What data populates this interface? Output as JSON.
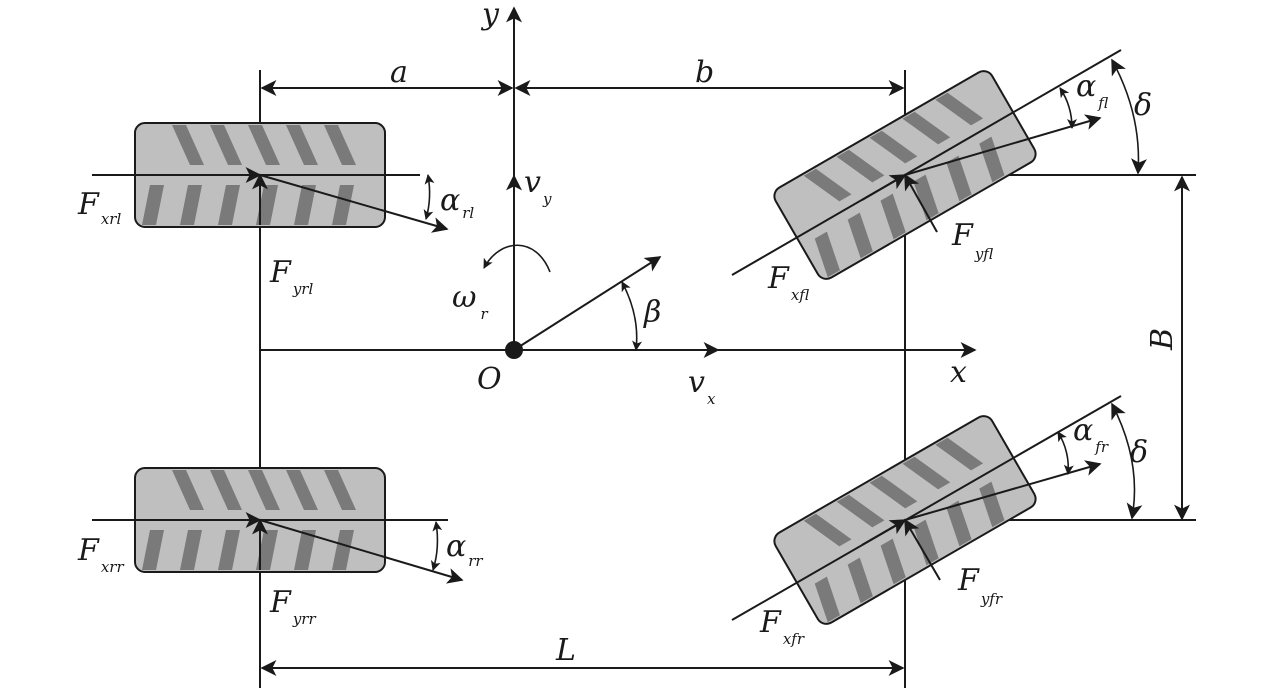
{
  "labels": {
    "y_axis": "y",
    "x_axis": "x",
    "origin": "O",
    "dim_a": "a",
    "dim_b": "b",
    "dim_L": "L",
    "dim_B": "B",
    "vy": {
      "main": "v",
      "sub": "y"
    },
    "vx": {
      "main": "v",
      "sub": "x"
    },
    "omega": {
      "main": "ω",
      "sub": "r"
    },
    "beta": "β",
    "delta_fl": "δ",
    "delta_fr": "δ",
    "Fxrl": {
      "main": "F",
      "sub": "xrl"
    },
    "Fyrl": {
      "main": "F",
      "sub": "yrl"
    },
    "alpha_rl": {
      "main": "α",
      "sub": "rl"
    },
    "Fxrr": {
      "main": "F",
      "sub": "xrr"
    },
    "Fyrr": {
      "main": "F",
      "sub": "yrr"
    },
    "alpha_rr": {
      "main": "α",
      "sub": "rr"
    },
    "Fxfl": {
      "main": "F",
      "sub": "xfl"
    },
    "Fyfl": {
      "main": "F",
      "sub": "yfl"
    },
    "alpha_fl": {
      "main": "α",
      "sub": "fl"
    },
    "Fxfr": {
      "main": "F",
      "sub": "xfr"
    },
    "Fyfr": {
      "main": "F",
      "sub": "yfr"
    },
    "alpha_fr": {
      "main": "α",
      "sub": "fr"
    }
  },
  "colors": {
    "line": "#1a1a1a",
    "tire_fill": "#bfbfbf",
    "tread": "#7a7a7a",
    "background": "#ffffff"
  }
}
